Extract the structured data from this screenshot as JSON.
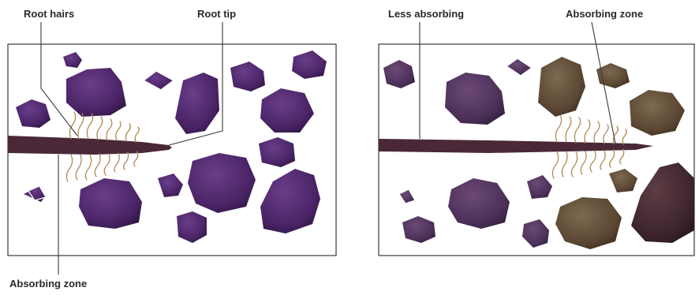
{
  "left_panel": {
    "labels": {
      "root_hairs": "Root hairs",
      "root_tip": "Root tip",
      "absorbing_zone": "Absorbing zone"
    }
  },
  "right_panel": {
    "labels": {
      "less_absorbing": "Less absorbing",
      "absorbing_zone": "Absorbing zone"
    }
  },
  "colors": {
    "panel_border": "#3a3a3a",
    "soil_particle_purple": "#4a2466",
    "soil_particle_brown": "#5a4632",
    "root": "#4a2838",
    "root_hair": "#b08a55",
    "leader_line": "#3a3a3a"
  }
}
